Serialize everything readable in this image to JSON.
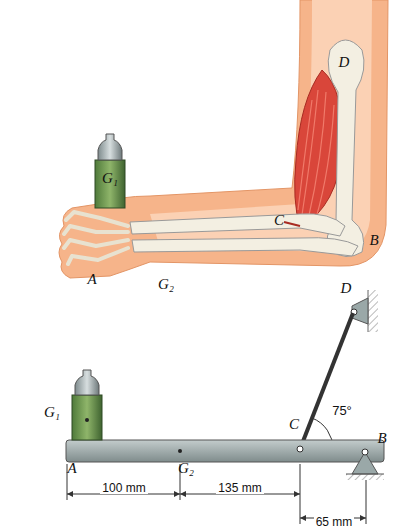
{
  "diagram": {
    "nodes": [],
    "edges": [],
    "labels": [
      "D",
      "G₁",
      "C",
      "B",
      "A",
      "G₂",
      "D",
      "75°",
      "G₁",
      "C",
      "B",
      "A",
      "G₂",
      "100 mm",
      "135 mm",
      "65 mm"
    ]
  }
}
